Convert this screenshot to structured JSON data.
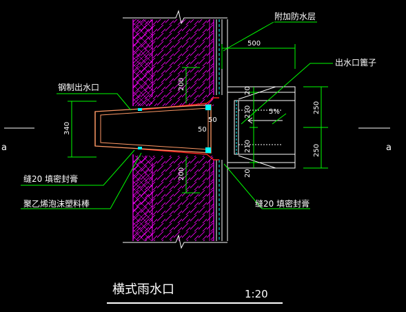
{
  "labels": {
    "extra_waterproof": "附加防水层",
    "steel_outlet": "钢制出水口",
    "outlet_grate": "出水口篦子",
    "seam_left": "缝20 填密封膏",
    "seam_right": "缝20 填密封膏",
    "pe_foam_rod": "聚乙烯泡沫塑料棒"
  },
  "dimensions": {
    "d500": "500",
    "d340": "340",
    "d200_top": "200",
    "d200_bottom": "200",
    "d50_a": "50",
    "d50_b": "50",
    "d20_top": "20",
    "d210_top": "210",
    "d210_bottom": "210",
    "d20_bottom": "20",
    "d250_top": "250",
    "d250_bottom": "250",
    "slope": "5%"
  },
  "section_marks": {
    "left": "a",
    "right": "a"
  },
  "title": {
    "main": "横式雨水口",
    "scale": "1:20"
  },
  "colors": {
    "background": "#000000",
    "wall_outline": "#ff00ff",
    "leader": "#00ff00",
    "drawing_line": "#ffffff",
    "accent_cyan": "#00ffff",
    "outlet_pipe": "#ff9966",
    "waterproof_red": "#ff2020"
  }
}
